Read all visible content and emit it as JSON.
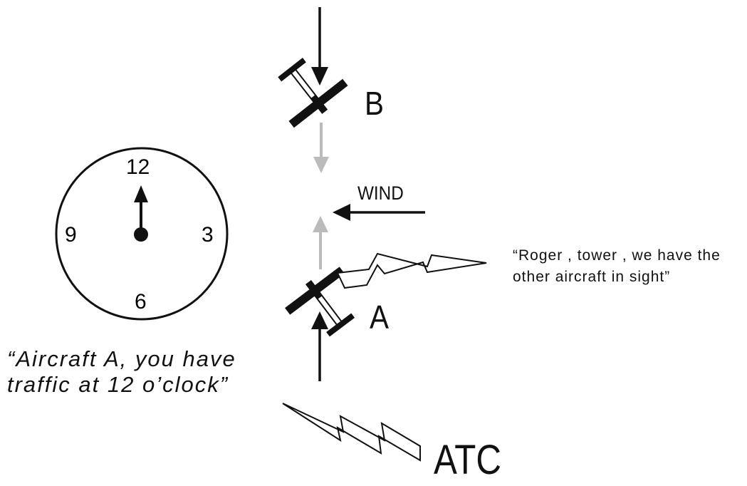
{
  "labels": {
    "aircraft_b": "B",
    "aircraft_a": "A",
    "wind": "WIND",
    "atc": "ATC"
  },
  "clock": {
    "n12": "12",
    "n3": "3",
    "n6": "6",
    "n9": "9",
    "hand_points_to": "12"
  },
  "quotes": {
    "atc_line1": "“Aircraft A, you have",
    "atc_line2": "traffic at 12 o’clock”",
    "pilot_line1": "“Roger , tower , we have the",
    "pilot_line2": "other aircraft in sight”"
  },
  "colors": {
    "ink": "#111111",
    "faded_arrow": "#bbbbbb",
    "background": "#ffffff"
  }
}
